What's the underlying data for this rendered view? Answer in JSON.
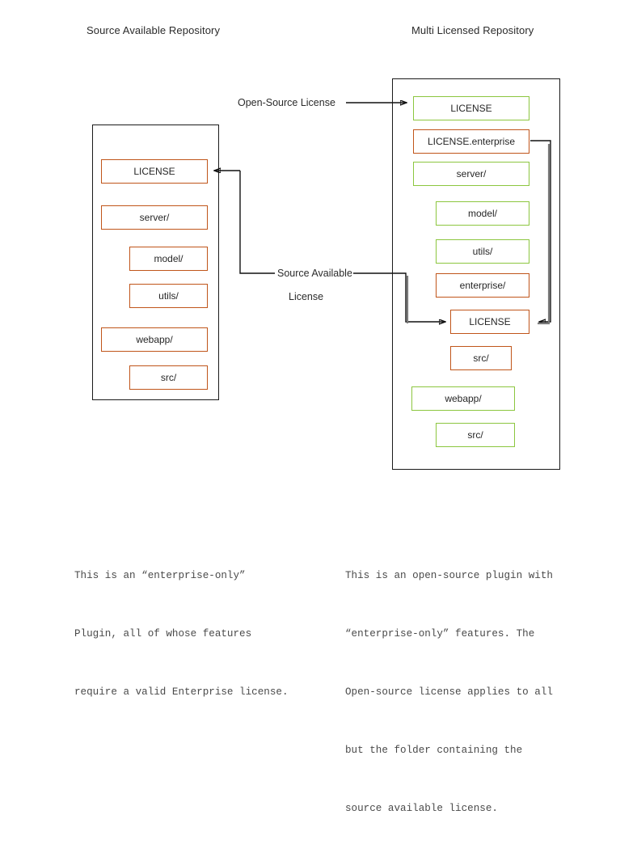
{
  "diagram": {
    "titles": {
      "left": "Source Available Repository",
      "right": "Multi Licensed Repository"
    },
    "colors": {
      "source_available": "#c0551a",
      "open_source": "#8cc63f",
      "frame": "#1a1a1a",
      "wire": "#111111",
      "wire_grey": "#7a7a7a",
      "background": "#ffffff"
    },
    "left_repo": {
      "nodes": [
        {
          "label": "LICENSE",
          "color": "#c0551a",
          "indent": 0
        },
        {
          "label": "server/",
          "color": "#c0551a",
          "indent": 0
        },
        {
          "label": "model/",
          "color": "#c0551a",
          "indent": 1
        },
        {
          "label": "utils/",
          "color": "#c0551a",
          "indent": 1
        },
        {
          "label": "webapp/",
          "color": "#c0551a",
          "indent": 0
        },
        {
          "label": "src/",
          "color": "#c0551a",
          "indent": 1
        }
      ]
    },
    "right_repo": {
      "nodes": [
        {
          "label": "LICENSE",
          "color": "#8cc63f",
          "indent": 0
        },
        {
          "label": "LICENSE.enterprise",
          "color": "#c0551a",
          "indent": 0
        },
        {
          "label": "server/",
          "color": "#8cc63f",
          "indent": 0
        },
        {
          "label": "model/",
          "color": "#8cc63f",
          "indent": 1
        },
        {
          "label": "utils/",
          "color": "#8cc63f",
          "indent": 1
        },
        {
          "label": "enterprise/",
          "color": "#c0551a",
          "indent": 1
        },
        {
          "label": "LICENSE",
          "color": "#c0551a",
          "indent": 1
        },
        {
          "label": "src/",
          "color": "#c0551a",
          "indent": 2
        },
        {
          "label": "webapp/",
          "color": "#8cc63f",
          "indent": 0
        },
        {
          "label": "src/",
          "color": "#8cc63f",
          "indent": 1
        }
      ]
    },
    "connectors": {
      "open_source_license": "Open-Source License",
      "source_available_line1": "Source Available",
      "source_available_line2": "License"
    },
    "captions": {
      "left": "This is an “enter'prise-only”\nPlugin, all of whose features\nrequire a valid Enterprise license.",
      "left_text": "This is an “enter'prise-only” Plugin",
      "right": "This is an open-source plugin with\n“enter'prise-only” features. The\nOpen-source license applies to all\nbut the folder containing the\nsource available license."
    },
    "caption_left_lines": [
      "This is an “enterprise-only”",
      "Plugin, all of whose features",
      "require a valid Enterprise license."
    ],
    "caption_right_lines": [
      "This is an open-source plugin with",
      "“enterprise-only” features. The",
      "Open-source license applies to all",
      "but the folder containing the",
      "source available license."
    ]
  }
}
